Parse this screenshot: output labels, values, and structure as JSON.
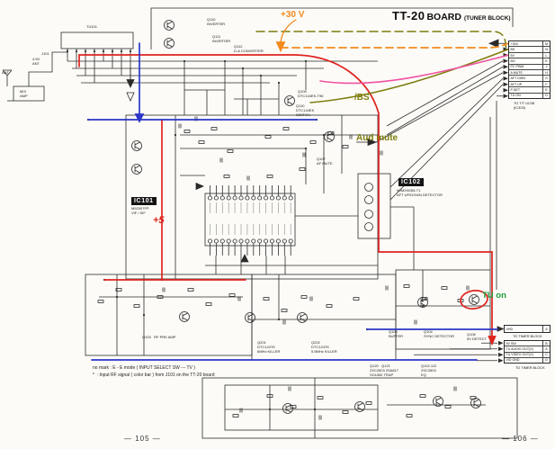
{
  "title": {
    "model": "TT-20",
    "board_word": "BOARD",
    "block": "(TUNER  BLOCK)"
  },
  "annotations": {
    "v30": "+30 V",
    "bs": "/BS",
    "aud_mute": "Aud mute",
    "tu_on": "TU on",
    "v5": "+5"
  },
  "ic101": {
    "ref": "IC101",
    "detail": "M52007FP\nVIF / SIF"
  },
  "ic102": {
    "ref": "IC102",
    "detail": "NJM2903M-T1\nAFT UP/DOWN DETECTOR"
  },
  "labels": [
    {
      "id": "tu101",
      "text": "TU101"
    },
    {
      "id": "j101",
      "text": "J101"
    },
    {
      "id": "ant45",
      "text": "4.5V\nANT"
    },
    {
      "id": "ant",
      "text": "ANT"
    },
    {
      "id": "mix_amp",
      "text": "MIX\nAMP"
    },
    {
      "id": "q110_inv",
      "text": "Q110\nINVERTER"
    },
    {
      "id": "q111_inv",
      "text": "Q111\nINVERTER"
    },
    {
      "id": "q112_da",
      "text": "Q112\nD-A CONVERTER"
    },
    {
      "id": "q109",
      "text": "Q109\nDTC144EK-T96"
    },
    {
      "id": "q110_sw",
      "text": "Q110\nDTC144EK\nSWITCH"
    },
    {
      "id": "q107_mute",
      "text": "Q107\nAF MUTE"
    },
    {
      "id": "q103_rf",
      "text": "Q103   RF PRE AMP"
    },
    {
      "id": "q201_kill",
      "text": "Q201\nDTC124TK\n6MHz KILLER"
    },
    {
      "id": "q202_kill",
      "text": "Q202\nDTC124TK\n5.5MHz KILLER"
    },
    {
      "id": "q105_buf",
      "text": "Q105\nBUFFER"
    },
    {
      "id": "q104_sync",
      "text": "Q104\nSYNC DETECTOR"
    },
    {
      "id": "q106_5v",
      "text": "Q106\n5V DETECT"
    },
    {
      "id": "q120_trap",
      "text": "Q120   Q121\n2SC2603 2SA817\nSOUND TRAP"
    },
    {
      "id": "q1xx_eq",
      "text": "Q102,112\n2SC2603\nEQ"
    }
  ],
  "connector_right": {
    "caption": "TO T/T UC08\n(IC303)",
    "pins": [
      {
        "label": "+30V",
        "pin": "M"
      },
      {
        "label": "BS",
        "pin": "N"
      },
      {
        "label": "5V",
        "pin": "L"
      },
      {
        "label": "BO",
        "pin": "K"
      },
      {
        "label": "PC PWM",
        "pin": "J"
      },
      {
        "label": "A MUTE",
        "pin": "H"
      },
      {
        "label": "AFT DWN",
        "pin": "G"
      },
      {
        "label": "AFT UP",
        "pin": "F"
      },
      {
        "label": "P DET",
        "pin": "E"
      },
      {
        "label": "TU ON",
        "pin": "D"
      }
    ]
  },
  "connector_timer_1": {
    "caption": "TO TIMER BLOCK",
    "pins": [
      {
        "label": "VHD",
        "pin": "6"
      }
    ]
  },
  "connector_timer_2": {
    "caption": "TO TIMER BLOCK",
    "pins": [
      {
        "label": "5V SW",
        "pin": "B"
      },
      {
        "label": "TU AUDIO OUT(X)",
        "pin": "A"
      },
      {
        "label": "TU VIDEO OUT(X)",
        "pin": "C"
      },
      {
        "label": "VID GND",
        "pin": "D"
      }
    ]
  },
  "notes": {
    "line1": "no mark : E - E mode ( INPUT SELECT SW --- TV )",
    "line2": "*  : Input RF signal ( color bar ) from J101 on the TT-20 board"
  },
  "page_numbers": {
    "left": "— 105 —",
    "right": "— 106 —"
  },
  "colors": {
    "red": "#df241f",
    "blue": "#2b36c8",
    "olive": "#7d7d0e",
    "orange": "#f28a1e",
    "pink": "#ef52a1",
    "green": "#1f9e3c",
    "ink": "#2b2b2b",
    "paper": "#fcfbf7"
  }
}
